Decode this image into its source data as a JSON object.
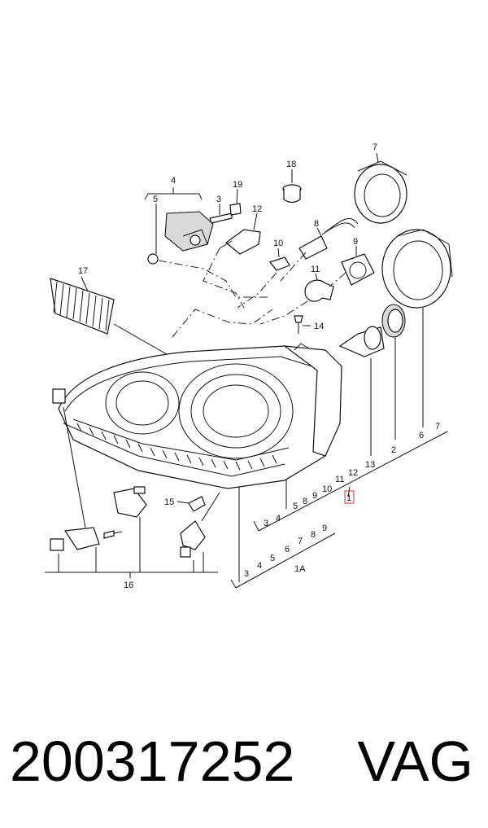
{
  "diagram": {
    "callouts": {
      "c1": "1",
      "c1A": "1A",
      "c2": "2",
      "c3a": "3",
      "c3b": "3",
      "c3c": "3",
      "c4a": "4",
      "c4b": "4",
      "c4c": "4",
      "c5a": "5",
      "c5b": "5",
      "c5c": "5",
      "c6a": "6",
      "c6b": "6",
      "c7a": "7",
      "c7b": "7",
      "c7c": "7",
      "c8a": "8",
      "c8b": "8",
      "c8c": "8",
      "c9a": "9",
      "c9b": "9",
      "c9c": "9",
      "c10a": "10",
      "c10b": "10",
      "c11a": "11",
      "c11b": "11",
      "c12a": "12",
      "c12b": "12",
      "c13": "13",
      "c14": "14",
      "c15": "15",
      "c16": "16",
      "c17": "17",
      "c18": "18",
      "c19": "19"
    },
    "highlight_color": "#e03030"
  },
  "footer": {
    "part_number": "200317252",
    "brand": "VAG"
  }
}
